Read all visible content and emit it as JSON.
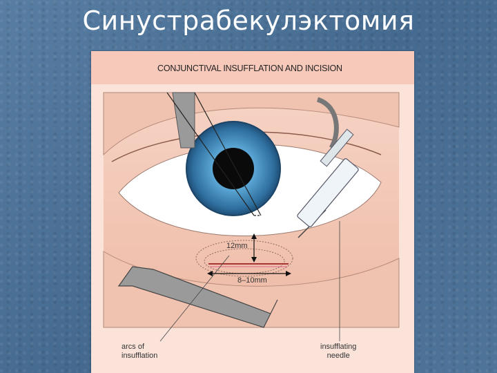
{
  "slide": {
    "title": "Синустрабекулэктомия"
  },
  "figure": {
    "heading": "CONJUNCTIVAL INSUFFLATION AND INCISION",
    "measure_vertical": "12mm",
    "measure_horizontal": "8–10mm",
    "label_arcs": [
      "arcs of",
      "insufflation"
    ],
    "label_needle": [
      "insufflating",
      "needle"
    ]
  },
  "colors": {
    "background": "#4b6f95",
    "figure_panel": "#fbe3da",
    "figure_header": "#f6c9ba",
    "iris": "#3f86b8",
    "skin": "#f4cdbd"
  },
  "icons": [
    "eye-illustration",
    "syringe-icon",
    "retractor-icon"
  ]
}
